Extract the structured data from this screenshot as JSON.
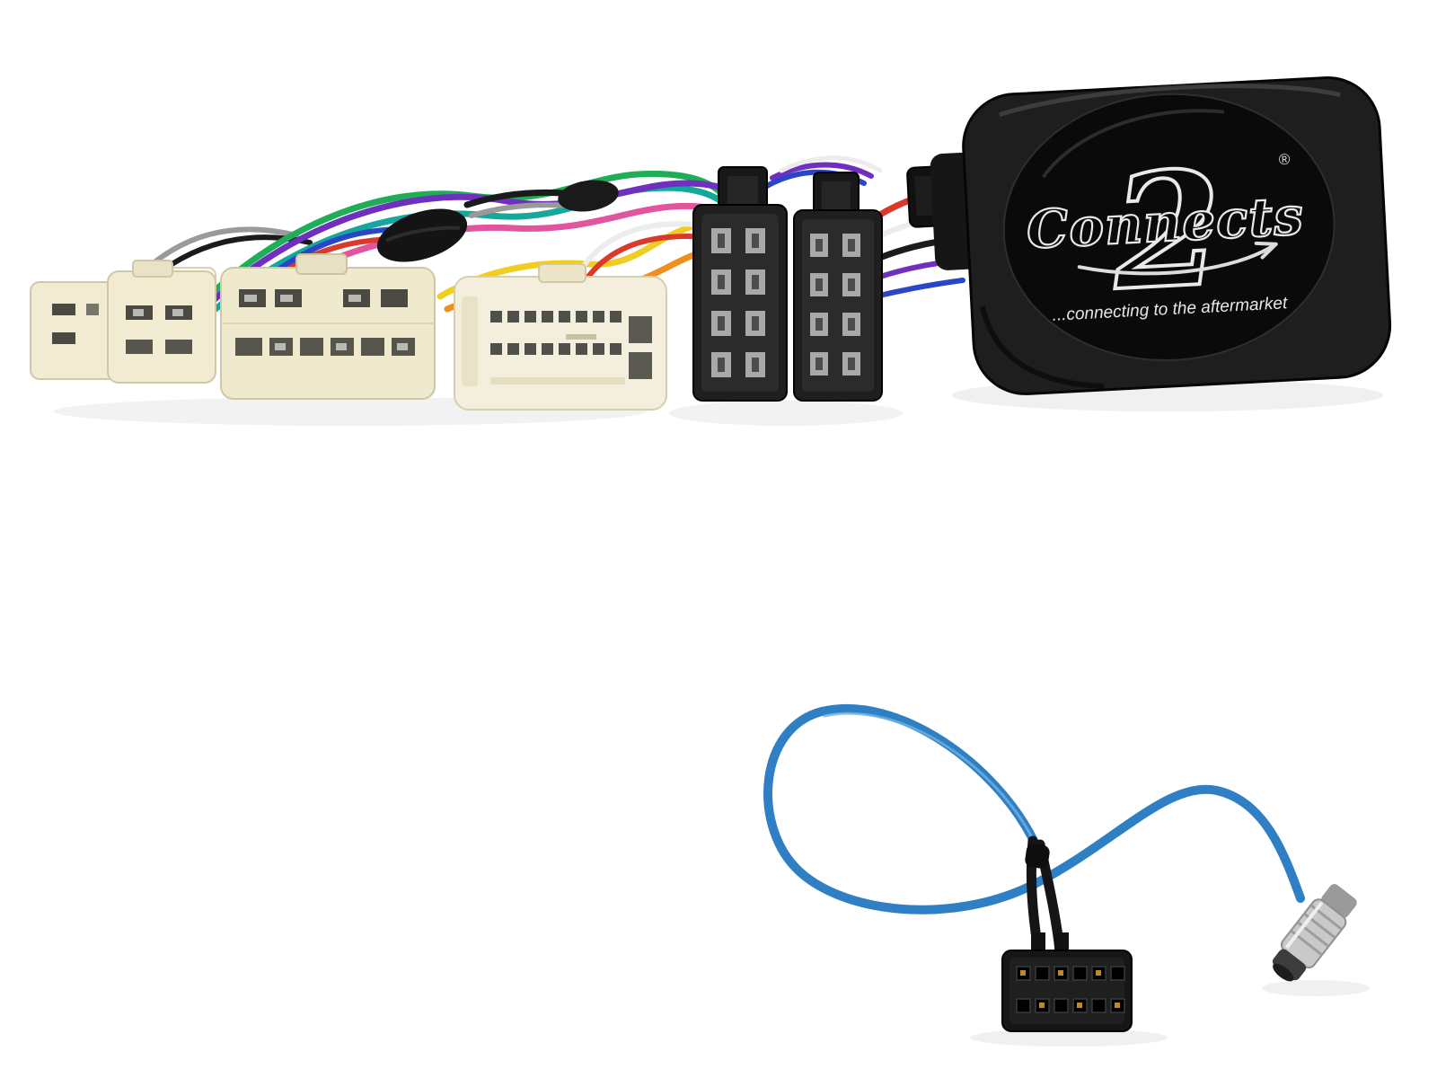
{
  "photo": {
    "subject": "car-stereo-interface-harness-product-photo",
    "background_color": "#ffffff"
  },
  "module": {
    "logo_word": "Connects",
    "logo_number": "2",
    "registered_mark": "®",
    "tagline": "...connecting to the aftermarket",
    "body_color": "#1e1e1e",
    "badge_color": "#0a0a0a",
    "logo_outline_color": "#e9e9e9"
  },
  "colors": {
    "cream_connector": "#f1ebd1",
    "cream_connector_light": "#f7f3e2",
    "iso_connector_black": "#1f1f1f",
    "pin_metal": "#a8a8a8",
    "antenna_cable_blue": "#2e7fc4",
    "antenna_plug_metal": "#c9c9c9",
    "micro_connector_black": "#161616"
  },
  "wire_colors": {
    "green": "#1fae57",
    "teal": "#16a79c",
    "purple": "#6f2fbf",
    "pink": "#e0559e",
    "yellow": "#f0cd22",
    "orange": "#ef8f1f",
    "red": "#d93a2b",
    "blue": "#2a46c8",
    "black": "#1b1b1b",
    "white": "#ececec",
    "grey": "#9a9a9a"
  }
}
